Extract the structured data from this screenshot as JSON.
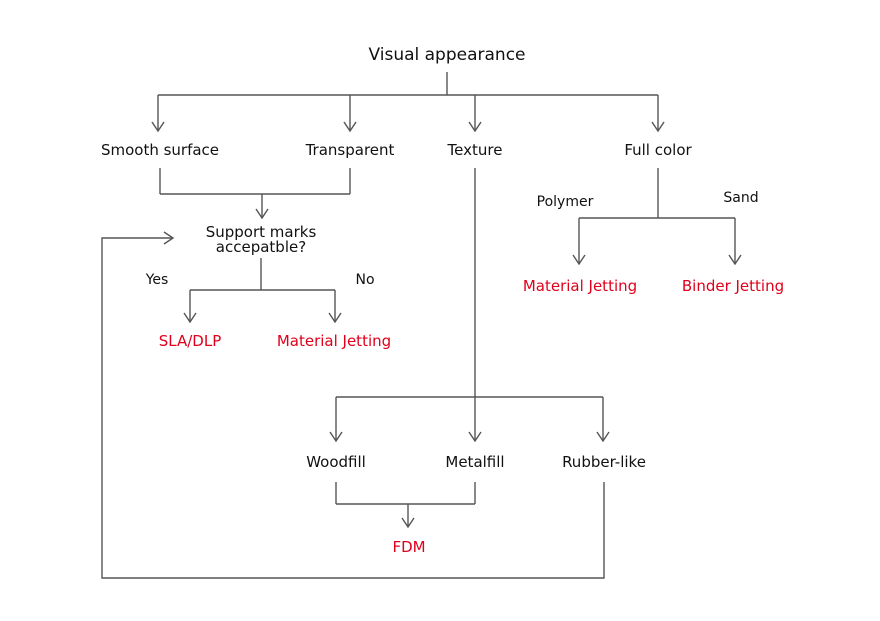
{
  "colors": {
    "line": "#555555",
    "text": "#111111",
    "method": "#e0001b"
  },
  "diagram": {
    "root": "Visual appearance",
    "categories": {
      "smooth_surface": "Smooth surface",
      "transparent": "Transparent",
      "texture": "Texture",
      "full_color": "Full color"
    },
    "support_question": {
      "line1": "Support marks",
      "line2": "accepatble?"
    },
    "edge_labels": {
      "yes": "Yes",
      "no": "No",
      "polymer": "Polymer",
      "sand": "Sand"
    },
    "textures": {
      "woodfill": "Woodfill",
      "metalfill": "Metalfill",
      "rubber_like": "Rubber-like"
    },
    "methods": {
      "sla_dlp": "SLA/DLP",
      "material_jetting_support": "Material Jetting",
      "material_jetting_color": "Material Jetting",
      "binder_jetting": "Binder Jetting",
      "fdm": "FDM"
    }
  }
}
